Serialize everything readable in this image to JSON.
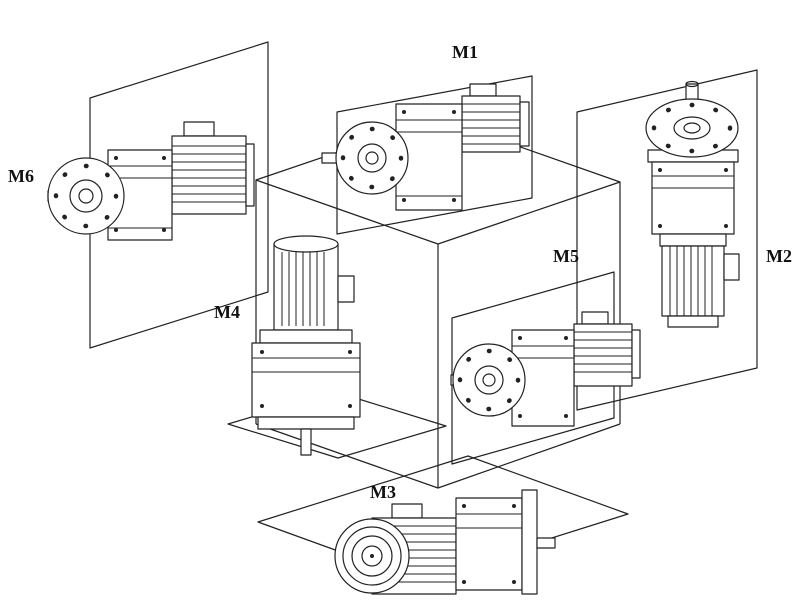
{
  "diagram": {
    "labels": {
      "m1": "M1",
      "m2": "M2",
      "m3": "M3",
      "m4": "M4",
      "m5": "M5",
      "m6": "M6"
    },
    "colors": {
      "line": "#222222",
      "background": "#ffffff",
      "label_text": "#111111"
    }
  }
}
